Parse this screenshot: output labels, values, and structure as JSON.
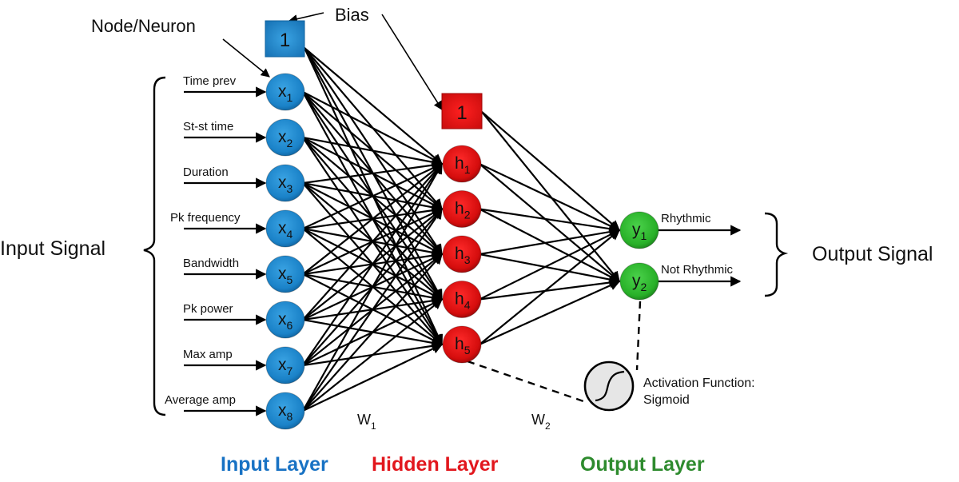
{
  "annotations": {
    "node_neuron": "Node/Neuron",
    "bias": "Bias",
    "activation_function": "Activation Function:",
    "activation_name": "Sigmoid",
    "w1_base": "W",
    "w1_sub": "1",
    "w2_base": "W",
    "w2_sub": "2"
  },
  "input_signal_label": "Input Signal",
  "output_signal_label": "Output Signal",
  "input_bias": {
    "value": "1",
    "color": "#1f7fc9"
  },
  "hidden_bias": {
    "value": "1",
    "color": "#e01010"
  },
  "input_layer": {
    "title": "Input Layer",
    "color": "#1872c4",
    "node_color": "#1f86cc",
    "nodes": [
      {
        "base": "x",
        "sub": "1",
        "feature": "Time prev"
      },
      {
        "base": "x",
        "sub": "2",
        "feature": "St-st time"
      },
      {
        "base": "x",
        "sub": "3",
        "feature": "Duration"
      },
      {
        "base": "x",
        "sub": "4",
        "feature": "Pk frequency"
      },
      {
        "base": "x",
        "sub": "5",
        "feature": "Bandwidth"
      },
      {
        "base": "x",
        "sub": "6",
        "feature": "Pk power"
      },
      {
        "base": "x",
        "sub": "7",
        "feature": "Max amp"
      },
      {
        "base": "x",
        "sub": "8",
        "feature": "Average amp"
      }
    ]
  },
  "hidden_layer": {
    "title": "Hidden Layer",
    "color": "#e2171d",
    "node_color": "#d81010",
    "nodes": [
      {
        "base": "h",
        "sub": "1"
      },
      {
        "base": "h",
        "sub": "2"
      },
      {
        "base": "h",
        "sub": "3"
      },
      {
        "base": "h",
        "sub": "4"
      },
      {
        "base": "h",
        "sub": "5"
      }
    ]
  },
  "output_layer": {
    "title": "Output Layer",
    "color": "#2e8b2e",
    "node_color": "#2bb52b",
    "nodes": [
      {
        "base": "y",
        "sub": "1",
        "label": "Rhythmic"
      },
      {
        "base": "y",
        "sub": "2",
        "label": "Not Rhythmic"
      }
    ]
  }
}
